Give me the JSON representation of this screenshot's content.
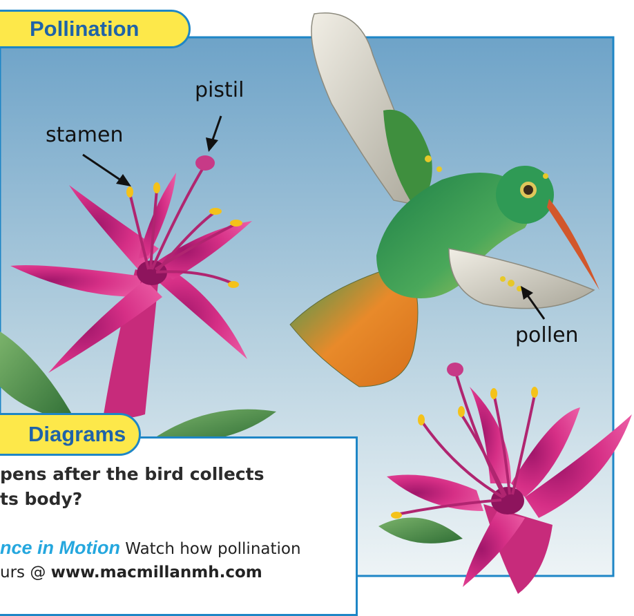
{
  "title": "Pollination",
  "section_tab": "Diagrams",
  "labels": {
    "pistil": "pistil",
    "stamen": "stamen",
    "pollen": "pollen"
  },
  "question": {
    "line1": "pens after the bird collects",
    "line2": "ts body?"
  },
  "motion": {
    "brand": "nce in Motion",
    "text1": "Watch how pollination",
    "text2": "urs @",
    "url": "www.macmillanmh.com"
  },
  "colors": {
    "frame_border": "#1e86c6",
    "tab_fill": "#fde84a",
    "tab_text": "#1f63a8",
    "sky_top": "#6ea3c8",
    "sky_bottom": "#eef4f6",
    "flower_petal": "#d62f86",
    "hummingbird_body": "#2e9a55",
    "hummingbird_tail": "#e88a2a",
    "brand_blue": "#25a7de"
  }
}
